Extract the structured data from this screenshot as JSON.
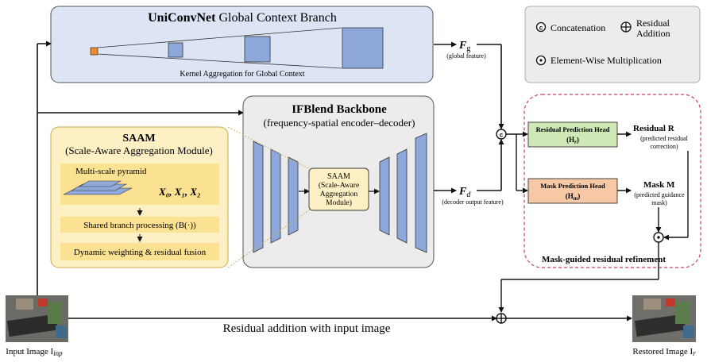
{
  "global_branch": {
    "title_bold": "UniConvNet",
    "title_rest": " Global Context Branch",
    "caption": "Kernel Aggregation for Global Context"
  },
  "fg": {
    "symbol": "F",
    "sub": "g",
    "caption": "(global feature)"
  },
  "fd": {
    "symbol": "F",
    "sub": "d",
    "caption": "(decoder output feature)"
  },
  "backbone": {
    "title": "IFBlend Backbone",
    "subtitle": "(frequency-spatial encoder–decoder)",
    "inner_block": [
      "SAAM",
      "(Scale-Aware",
      "Aggregation",
      "Module)"
    ]
  },
  "saam": {
    "title": "SAAM",
    "subtitle": "(Scale-Aware Aggregation Module)",
    "pyramid_label": "Multi-scale pyramid",
    "pyramid_vars": "X₀, X₁, X₂",
    "shared_label": "Shared branch processing (B(·))",
    "fusion_label": "Dynamic weighting & residual fusion"
  },
  "legend": {
    "concat_label": "Concatenation",
    "residual_label_1": "Residual",
    "residual_label_2": "Addition",
    "elementwise_label": "Element-Wise Multiplication"
  },
  "heads": {
    "residual_head": "Residual Prediction Head",
    "residual_head_sym": "(H",
    "residual_head_sub": "r",
    "mask_head": "Mask Prediction Head",
    "mask_head_sym": "(H",
    "mask_head_sub": "m",
    "residual_out_title": "Residual R",
    "residual_out_desc_1": "(predicted residual",
    "residual_out_desc_2": "correction)",
    "mask_out_title": "Mask M",
    "mask_out_desc_1": "(predicted guidance",
    "mask_out_desc_2": "mask)",
    "refinement_label": "Mask-guided residual refinement"
  },
  "bottom": {
    "residual_addition_label": "Residual addition with input image",
    "input_label": "Input Image I",
    "input_sub": "inp",
    "output_label": "Restored Image I",
    "output_sub": "r"
  },
  "colors": {
    "global_fill": "#dde5f5",
    "kernel_fill": "#8fa8dc",
    "kernel_small": "#f08a2c",
    "saam_fill": "#fdf0c4",
    "saam_inner": "#fbe192",
    "backbone_fill": "#ececec",
    "residual_head_fill": "#cfe8b5",
    "mask_head_fill": "#f6c8a6",
    "refine_border": "#c8415e",
    "legend_fill": "#ececec"
  }
}
